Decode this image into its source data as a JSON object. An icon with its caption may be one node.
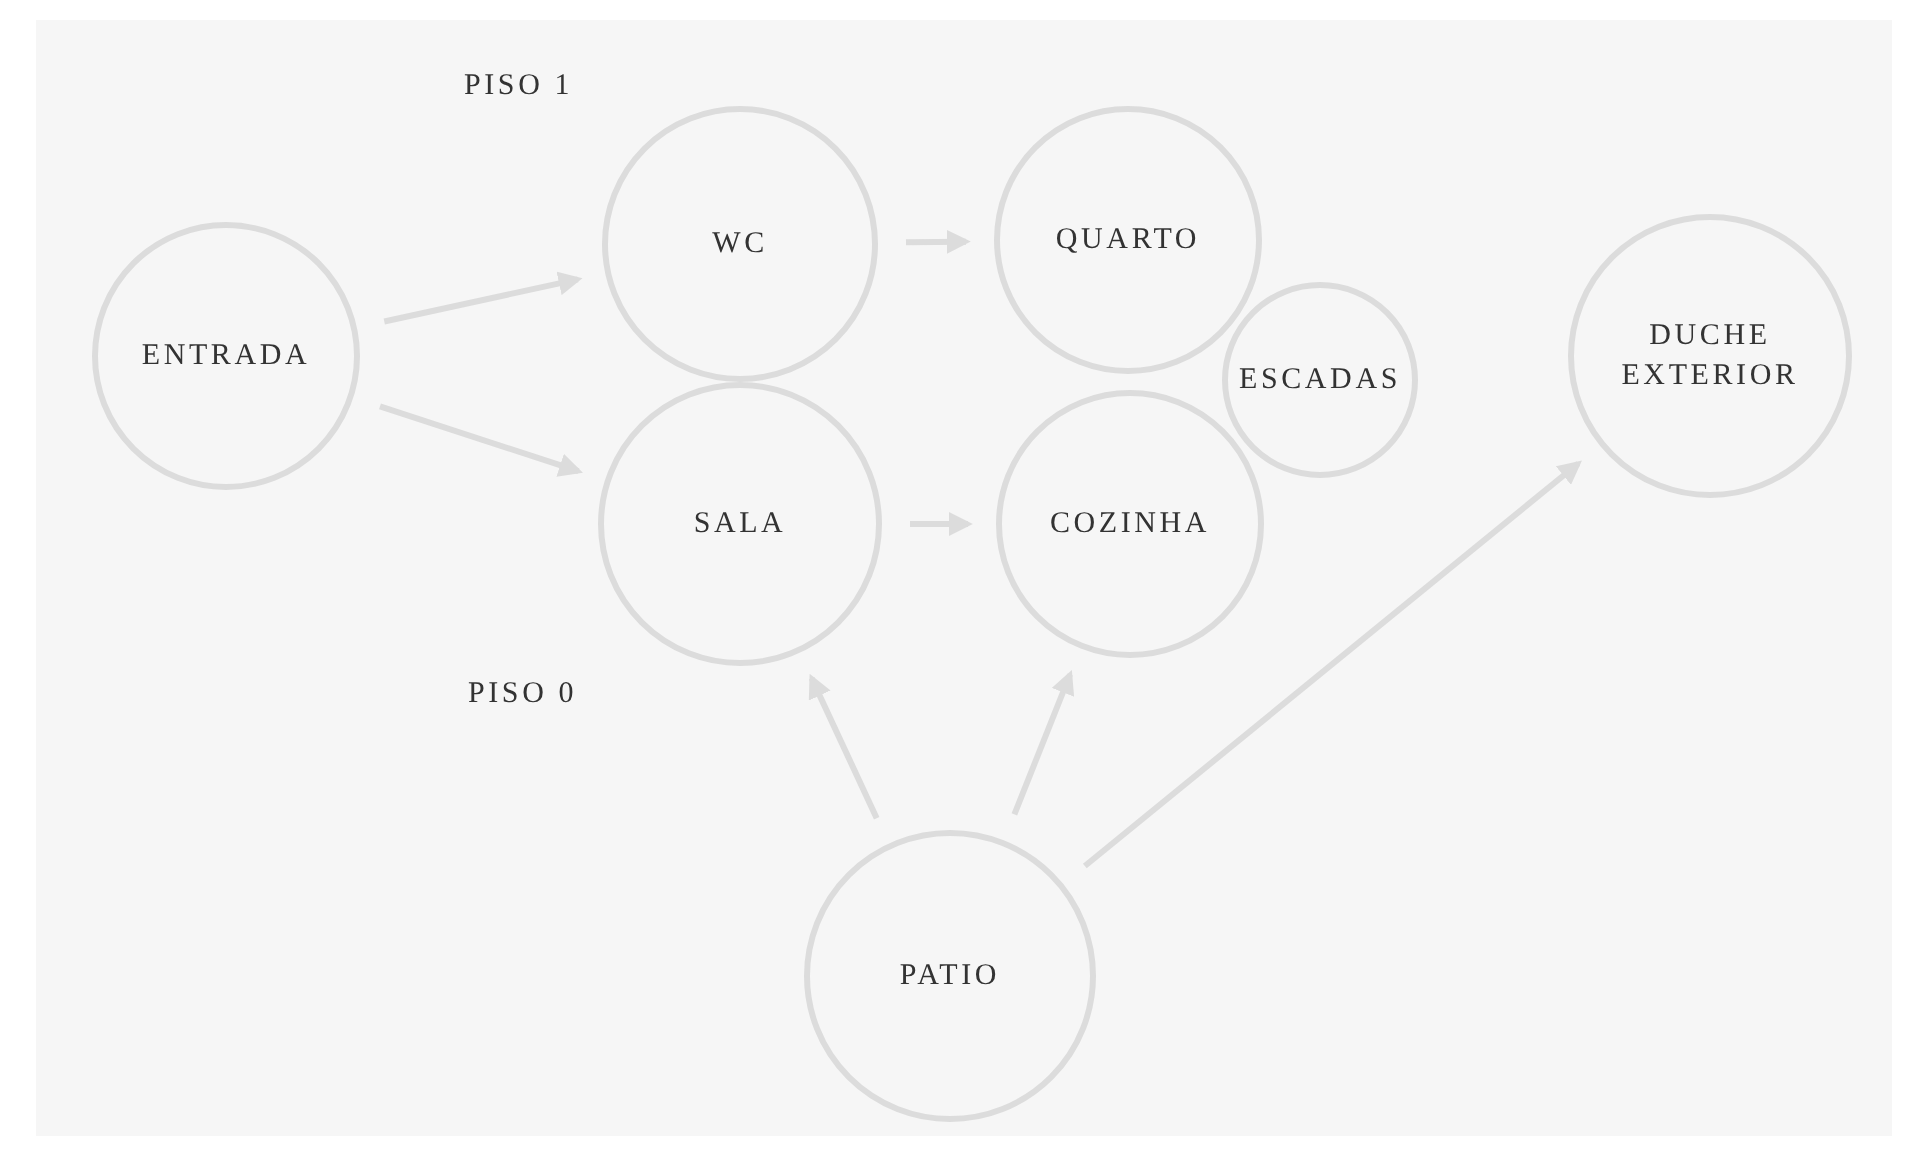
{
  "diagram": {
    "nodes": [
      {
        "text": [
          "ENTRADA"
        ]
      },
      {
        "text": [
          "WC"
        ]
      },
      {
        "text": [
          "QUARTO"
        ]
      },
      {
        "text": [
          "ESCADAS"
        ]
      },
      {
        "text": [
          "SALA"
        ]
      },
      {
        "text": [
          "COZINHA"
        ]
      },
      {
        "text": [
          "DUCHE EXTERIOR"
        ]
      },
      {
        "text": [
          "PATIO"
        ]
      }
    ],
    "edges": [
      {
        "from": 0,
        "to": 1,
        "arrow": "to"
      },
      {
        "from": 0,
        "to": 4,
        "arrow": "to"
      },
      {
        "from": 1,
        "to": 2,
        "arrow": "to"
      },
      {
        "from": 4,
        "to": 5,
        "arrow": "to"
      },
      {
        "from": 7,
        "to": 4,
        "arrow": "to"
      },
      {
        "from": 7,
        "to": 5,
        "arrow": "to"
      },
      {
        "from": 7,
        "to": 6,
        "arrow": "to"
      }
    ],
    "labels": [
      "PISO 1",
      "PISO 0"
    ]
  }
}
